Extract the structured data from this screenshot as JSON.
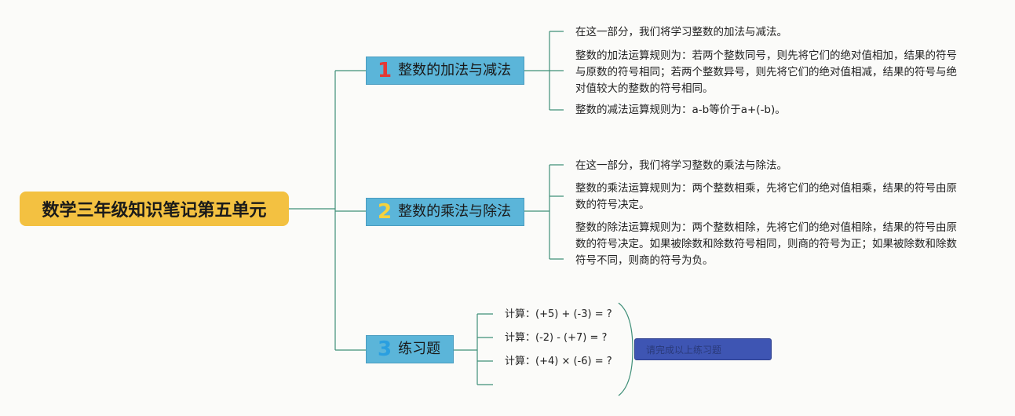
{
  "root": {
    "title": "数学三年级知识笔记第五单元"
  },
  "topics": [
    {
      "number": "1",
      "number_color": "#e53935",
      "label": "整数的加法与减法",
      "notes": [
        "在这一部分，我们将学习整数的加法与减法。",
        "整数的加法运算规则为：若两个整数同号，则先将它们的绝对值相加，结果的符号与原数的符号相同；若两个整数异号，则先将它们的绝对值相减，结果的符号与绝对值较大的整数的符号相同。",
        "整数的减法运算规则为：a-b等价于a+(-b)。"
      ]
    },
    {
      "number": "2",
      "number_color": "#f5d23c",
      "label": "整数的乘法与除法",
      "notes": [
        "在这一部分，我们将学习整数的乘法与除法。",
        "整数的乘法运算规则为：两个整数相乘，先将它们的绝对值相乘，结果的符号由原数的符号决定。",
        "整数的除法运算规则为：两个整数相除，先将它们的绝对值相除，结果的符号由原数的符号决定。如果被除数和除数符号相同，则商的符号为正；如果被除数和除数符号不同，则商的符号为负。"
      ]
    },
    {
      "number": "3",
      "number_color": "#2a9fe0",
      "label": "练习题",
      "questions": [
        "计算：(+5) + (-3) = ?",
        "计算：(-2) - (+7) = ?",
        "计算：(+4) × (-6) = ?",
        ""
      ],
      "summary": "请完成以上练习题"
    }
  ],
  "colors": {
    "root_bg": "#f3c141",
    "topic_bg": "#5bb5d9",
    "connector": "#3f8f78",
    "summary_bg": "#3e55b3"
  }
}
